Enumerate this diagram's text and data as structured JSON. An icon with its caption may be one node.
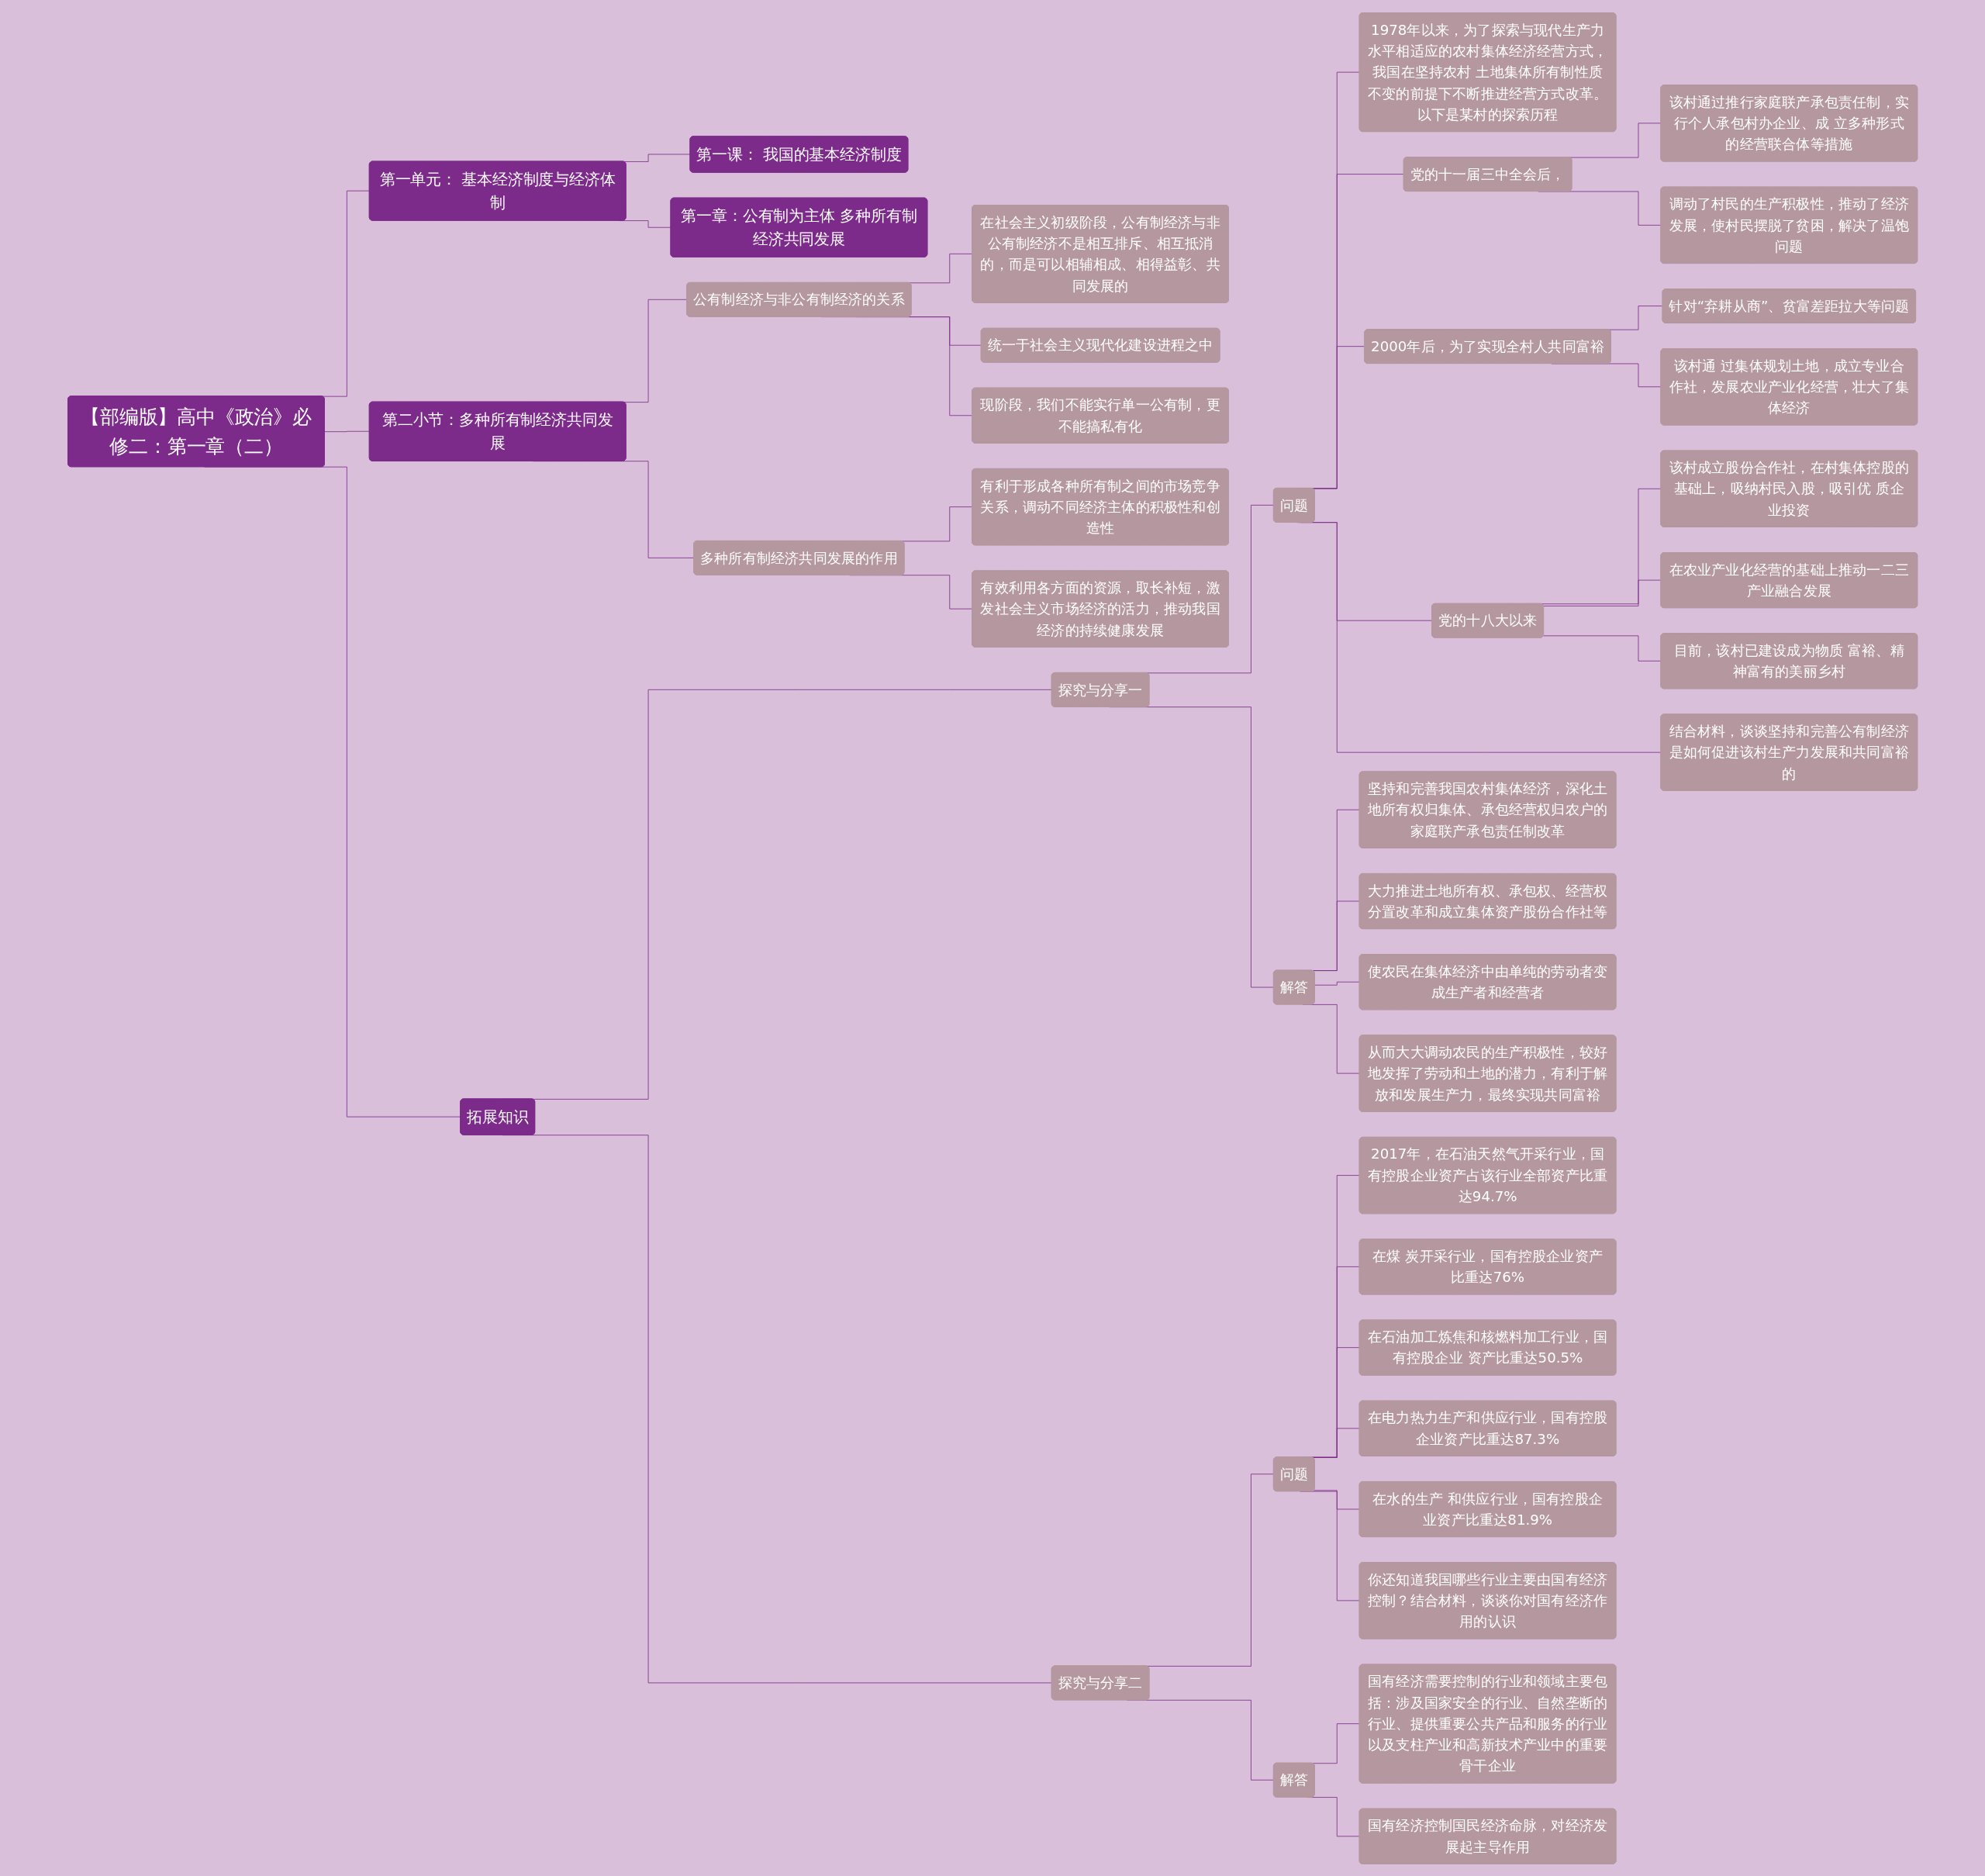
{
  "diagram": {
    "nodes": [
      {
        "text": [
          "【部编版】高中《政治》必修二：第一章（二）"
        ]
      },
      {
        "text": [
          "第一单元： 基本经济制度与经济体制"
        ]
      },
      {
        "text": [
          "第一课： 我国的基本经济制度"
        ]
      },
      {
        "text": [
          "第一章：公有制为主体 多种所有制经济共同发展"
        ]
      },
      {
        "text": [
          "第二小节：多种所有制经济共同发展"
        ]
      },
      {
        "text": [
          "公有制经济与非公有制经济的关系"
        ]
      },
      {
        "text": [
          "在社会主义初级阶段，公有制经济与非公有制经济不是相互排斥、相互抵消的，而是可以相辅相成、相得益彰、共同发展的"
        ]
      },
      {
        "text": [
          "统一于社会主义现代化建设进程之中"
        ]
      },
      {
        "text": [
          "现阶段，我们不能实行单一公有制，更不能搞私有化"
        ]
      },
      {
        "text": [
          "多种所有制经济共同发展的作用"
        ]
      },
      {
        "text": [
          "有利于形成各种所有制之间的市场竞争关系，调动不同经济主体的积极性和创造性"
        ]
      },
      {
        "text": [
          "有效利用各方面的资源，取长补短，激发社会主义市场经济的活力，推动我国经济的持续健康发展"
        ]
      },
      {
        "text": [
          "拓展知识"
        ]
      },
      {
        "text": [
          "探究与分享一"
        ]
      },
      {
        "text": [
          "问题"
        ]
      },
      {
        "text": [
          "1978年以来，为了探索与现代生产力水平相适应的农村集体经济经营方式，我国在坚持农村 土地集体所有制性质不变的前提下不断推进经营方式改革。以下是某村的探索历程"
        ]
      },
      {
        "text": [
          "党的十一届三中全会后，"
        ]
      },
      {
        "text": [
          "该村通过推行家庭联产承包责任制，实行个人承包村办企业、成 立多种形式的经营联合体等措施"
        ]
      },
      {
        "text": [
          "调动了村民的生产积极性，推动了经济发展，使村民摆脱了贫困，解决了温饱问题"
        ]
      },
      {
        "text": [
          "2000年后，为了实现全村人共同富裕"
        ]
      },
      {
        "text": [
          "针对“弃耕从商”、贫富差距拉大等问题"
        ]
      },
      {
        "text": [
          "该村通 过集体规划土地，成立专业合作社，发展农业产业化经营，壮大了集体经济"
        ]
      },
      {
        "text": [
          "党的十八大以来"
        ]
      },
      {
        "text": [
          "该村成立股份合作社，在村集体控股的基础上，吸纳村民入股，吸引优 质企业投资"
        ]
      },
      {
        "text": [
          "在农业产业化经营的基础上推动一二三产业融合发展"
        ]
      },
      {
        "text": [
          "目前，该村已建设成为物质 富裕、精神富有的美丽乡村"
        ]
      },
      {
        "text": [
          "结合材料，谈谈坚持和完善公有制经济是如何促进该村生产力发展和共同富裕的"
        ]
      },
      {
        "text": [
          "解答"
        ]
      },
      {
        "text": [
          "坚持和完善我国农村集体经济，深化土地所有权归集体、承包经营权归农户的家庭联产承包责任制改革"
        ]
      },
      {
        "text": [
          "大力推进土地所有权、承包权、经营权分置改革和成立集体资产股份合作社等"
        ]
      },
      {
        "text": [
          "使农民在集体经济中由单纯的劳动者变成生产者和经营者"
        ]
      },
      {
        "text": [
          "从而大大调动农民的生产积极性，较好地发挥了劳动和土地的潜力，有利于解放和发展生产力，最终实现共同富裕"
        ]
      },
      {
        "text": [
          "探究与分享二"
        ]
      },
      {
        "text": [
          "问题"
        ]
      },
      {
        "text": [
          "2017年，在石油天然气开采行业，国有控股企业资产占该行业全部资产比重达94.7%"
        ]
      },
      {
        "text": [
          "在煤 炭开采行业，国有控股企业资产比重达76%"
        ]
      },
      {
        "text": [
          "在石油加工炼焦和核燃料加工行业，国有控股企业 资产比重达50.5%"
        ]
      },
      {
        "text": [
          "在电力热力生产和供应行业，国有控股企业资产比重达87.3%"
        ]
      },
      {
        "text": [
          "在水的生产 和供应行业，国有控股企业资产比重达81.9%"
        ]
      },
      {
        "text": [
          "你还知道我国哪些行业主要由国有经济控制？结合材料，谈谈你对国有经济作用的认识"
        ]
      },
      {
        "text": [
          "解答"
        ]
      },
      {
        "text": [
          "国有经济需要控制的行业和领域主要包括：涉及国家安全的行业、自然垄断的行业、提供重要公共产品和服务的行业以及支柱产业和高新技术产业中的重要骨干企业"
        ]
      },
      {
        "text": [
          "国有经济控制国民经济命脉，对经济发展起主导作用"
        ]
      }
    ],
    "edges": [
      {
        "from": 0,
        "to": 1,
        "arrow": "none"
      },
      {
        "from": 1,
        "to": 2,
        "arrow": "none"
      },
      {
        "from": 1,
        "to": 3,
        "arrow": "none"
      },
      {
        "from": 0,
        "to": 4,
        "arrow": "none"
      },
      {
        "from": 4,
        "to": 5,
        "arrow": "none"
      },
      {
        "from": 5,
        "to": 6,
        "arrow": "none"
      },
      {
        "from": 5,
        "to": 7,
        "arrow": "none"
      },
      {
        "from": 5,
        "to": 8,
        "arrow": "none"
      },
      {
        "from": 4,
        "to": 9,
        "arrow": "none"
      },
      {
        "from": 9,
        "to": 10,
        "arrow": "none"
      },
      {
        "from": 9,
        "to": 11,
        "arrow": "none"
      },
      {
        "from": 0,
        "to": 12,
        "arrow": "none"
      },
      {
        "from": 12,
        "to": 13,
        "arrow": "none"
      },
      {
        "from": 13,
        "to": 14,
        "arrow": "none"
      },
      {
        "from": 14,
        "to": 15,
        "arrow": "none"
      },
      {
        "from": 14,
        "to": 16,
        "arrow": "none"
      },
      {
        "from": 16,
        "to": 17,
        "arrow": "none"
      },
      {
        "from": 16,
        "to": 18,
        "arrow": "none"
      },
      {
        "from": 14,
        "to": 19,
        "arrow": "none"
      },
      {
        "from": 19,
        "to": 20,
        "arrow": "none"
      },
      {
        "from": 19,
        "to": 21,
        "arrow": "none"
      },
      {
        "from": 14,
        "to": 22,
        "arrow": "none"
      },
      {
        "from": 22,
        "to": 23,
        "arrow": "none"
      },
      {
        "from": 22,
        "to": 24,
        "arrow": "none"
      },
      {
        "from": 22,
        "to": 25,
        "arrow": "none"
      },
      {
        "from": 14,
        "to": 26,
        "arrow": "none"
      },
      {
        "from": 13,
        "to": 27,
        "arrow": "none"
      },
      {
        "from": 27,
        "to": 28,
        "arrow": "none"
      },
      {
        "from": 27,
        "to": 29,
        "arrow": "none"
      },
      {
        "from": 27,
        "to": 30,
        "arrow": "none"
      },
      {
        "from": 27,
        "to": 31,
        "arrow": "none"
      },
      {
        "from": 12,
        "to": 32,
        "arrow": "none"
      },
      {
        "from": 32,
        "to": 33,
        "arrow": "none"
      },
      {
        "from": 33,
        "to": 34,
        "arrow": "none"
      },
      {
        "from": 33,
        "to": 35,
        "arrow": "none"
      },
      {
        "from": 33,
        "to": 36,
        "arrow": "none"
      },
      {
        "from": 33,
        "to": 37,
        "arrow": "none"
      },
      {
        "from": 33,
        "to": 38,
        "arrow": "none"
      },
      {
        "from": 33,
        "to": 39,
        "arrow": "none"
      },
      {
        "from": 32,
        "to": 40,
        "arrow": "none"
      },
      {
        "from": 40,
        "to": 41,
        "arrow": "none"
      },
      {
        "from": 40,
        "to": 42,
        "arrow": "none"
      }
    ]
  }
}
